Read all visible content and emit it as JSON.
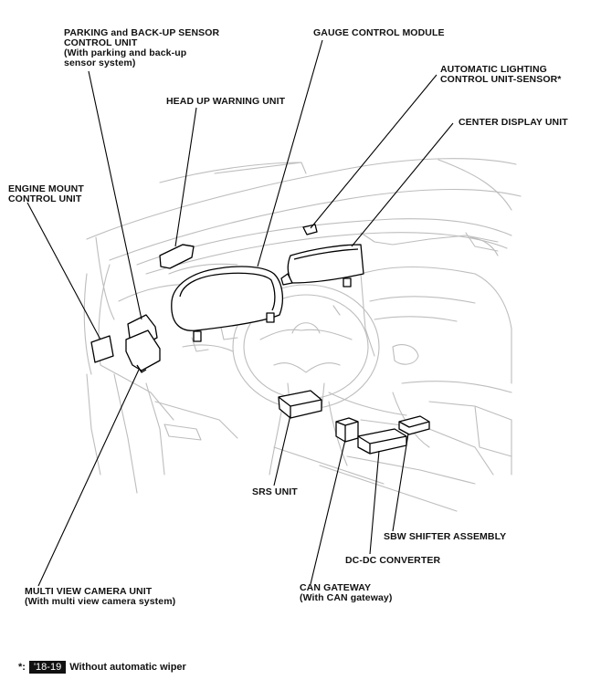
{
  "labels": {
    "parking_sensor": {
      "line1": "PARKING and BACK-UP SENSOR",
      "line2": "CONTROL UNIT",
      "line3": "(With parking and back-up",
      "line4": "sensor system)"
    },
    "gauge_module": "GAUGE CONTROL MODULE",
    "auto_lighting": {
      "line1": "AUTOMATIC LIGHTING",
      "line2": "CONTROL UNIT-SENSOR*"
    },
    "head_up_warning": "HEAD UP WARNING UNIT",
    "center_display": "CENTER DISPLAY UNIT",
    "engine_mount": {
      "line1": "ENGINE MOUNT",
      "line2": "CONTROL UNIT"
    },
    "srs_unit": "SRS UNIT",
    "sbw_shifter": "SBW SHIFTER ASSEMBLY",
    "dcdc_converter": "DC-DC CONVERTER",
    "can_gateway": {
      "line1": "CAN GATEWAY",
      "line2": "(With CAN gateway)"
    },
    "multi_view_camera": {
      "line1": "MULTI VIEW CAMERA UNIT",
      "line2": "(With multi view camera system)"
    }
  },
  "footnote": {
    "marker": "*:",
    "tag": "'18-19",
    "text": "Without automatic wiper"
  }
}
